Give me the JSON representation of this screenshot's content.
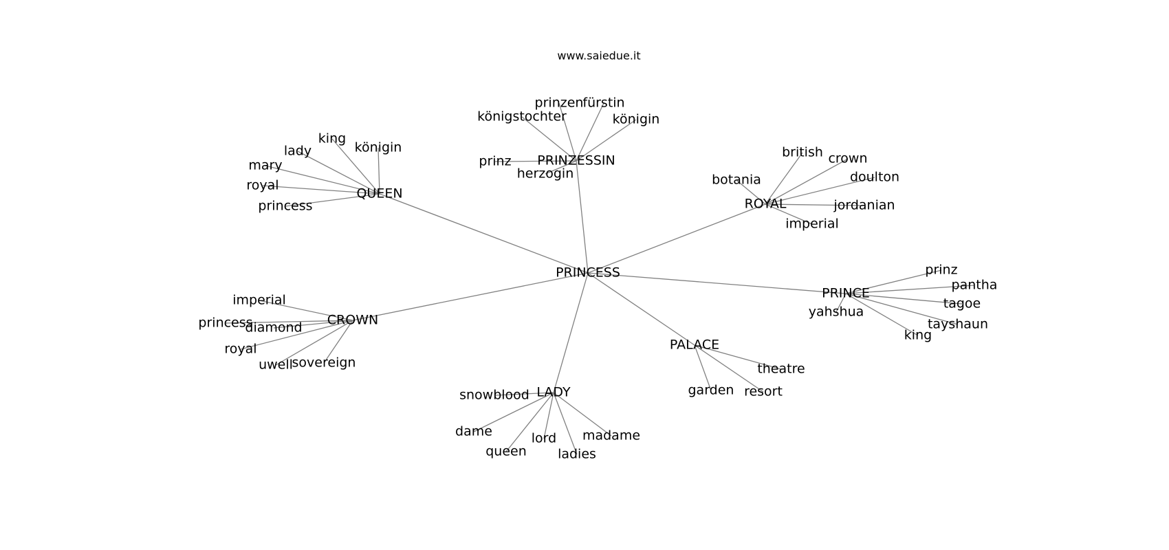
{
  "title": "www.saiedue.it",
  "graph": {
    "root": "PRINCESS",
    "hubs": [
      {
        "label": "PRINZESSIN",
        "children": [
          "prinzen",
          "fürstin",
          "königstochter",
          "königin",
          "prinz",
          "herzogin"
        ]
      },
      {
        "label": "QUEEN",
        "children": [
          "king",
          "königin",
          "lady",
          "mary",
          "royal",
          "princess"
        ]
      },
      {
        "label": "ROYAL",
        "children": [
          "british",
          "crown",
          "botania",
          "doulton",
          "jordanian",
          "imperial"
        ]
      },
      {
        "label": "PRINCE",
        "children": [
          "prinz",
          "pantha",
          "tagoe",
          "yahshua",
          "tayshaun",
          "king"
        ]
      },
      {
        "label": "PALACE",
        "children": [
          "theatre",
          "garden",
          "resort"
        ]
      },
      {
        "label": "LADY",
        "children": [
          "snowblood",
          "dame",
          "queen",
          "lord",
          "madame",
          "ladies"
        ]
      },
      {
        "label": "CROWN",
        "children": [
          "imperial",
          "princess",
          "diamond",
          "royal",
          "uwell",
          "sovereign"
        ]
      }
    ]
  }
}
